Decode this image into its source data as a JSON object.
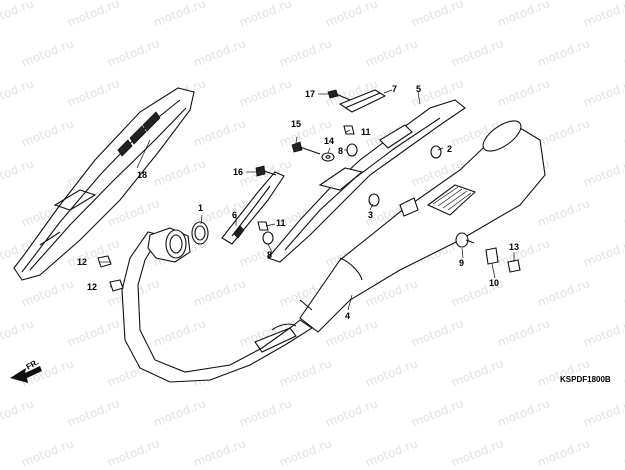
{
  "diagram": {
    "watermark_text": "motod.ru",
    "drawing_code": "KSPDF1800B",
    "direction_label": "FR.",
    "callouts": {
      "c1": "1",
      "c2": "2",
      "c3": "3",
      "c4": "4",
      "c5": "5",
      "c6": "6",
      "c7": "7",
      "c8a": "8",
      "c8b": "8",
      "c9": "9",
      "c10": "10",
      "c11a": "11",
      "c11b": "11",
      "c12a": "12",
      "c12b": "12",
      "c13": "13",
      "c14": "14",
      "c15": "15",
      "c16": "16",
      "c17": "17",
      "c18": "18"
    }
  }
}
